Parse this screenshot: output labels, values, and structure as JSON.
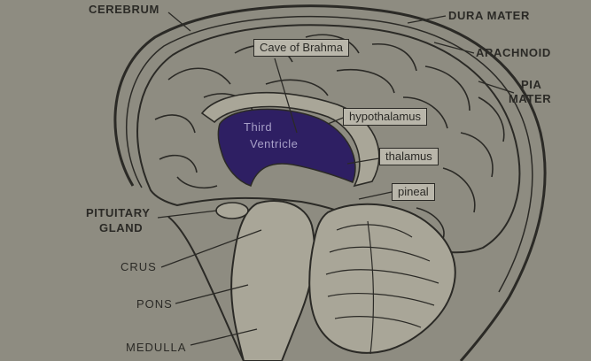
{
  "labels": {
    "cerebrum": "CEREBRUM",
    "dura_mater": "DURA MATER",
    "arachnoid": "ARACHNOID",
    "pia": "PIA",
    "mater": "MATER",
    "pituitary": "PITUITARY",
    "gland": "GLAND",
    "crus": "CRUS",
    "pons": "PONS",
    "medulla": "MEDULLA"
  },
  "boxes": {
    "cave_of_brahma": "Cave of Brahma",
    "hypothalamus": "hypothalamus",
    "thalamus": "thalamus",
    "pineal": "pineal"
  },
  "ventricle": {
    "line1": "Third",
    "line2": "Ventricle"
  },
  "colors": {
    "background": "#8e8c81",
    "ink": "#2b2a26",
    "ventricle": "#2e1f63",
    "label_box": "#b9b6aa"
  }
}
